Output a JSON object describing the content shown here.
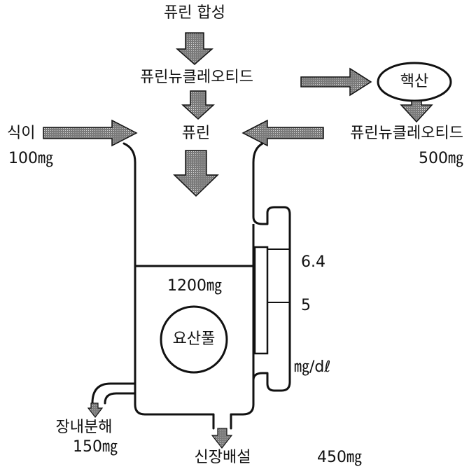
{
  "labels": {
    "purine_synthesis": "퓨린 합성",
    "purine_nucleotide_top": "퓨린뉴클레오티드",
    "nucleic_acid": "핵산",
    "diet": "식이",
    "diet_amount": "100㎎",
    "purine": "퓨린",
    "purine_nucleotide_right": "퓨린뉴클레오티드",
    "nucleotide_amount": "500㎎",
    "level_high": "6.4",
    "pool_amount": "1200㎎",
    "level_low": "5",
    "uric_acid_pool": "요산풀",
    "unit": "㎎/dℓ",
    "intestinal_breakdown": "장내분해",
    "intestinal_amount": "150㎎",
    "renal_excretion": "신장배설",
    "renal_amount": "450㎎"
  },
  "colors": {
    "line": "#111111",
    "arrow_fill": "#6e6e6e",
    "background": "#ffffff"
  }
}
